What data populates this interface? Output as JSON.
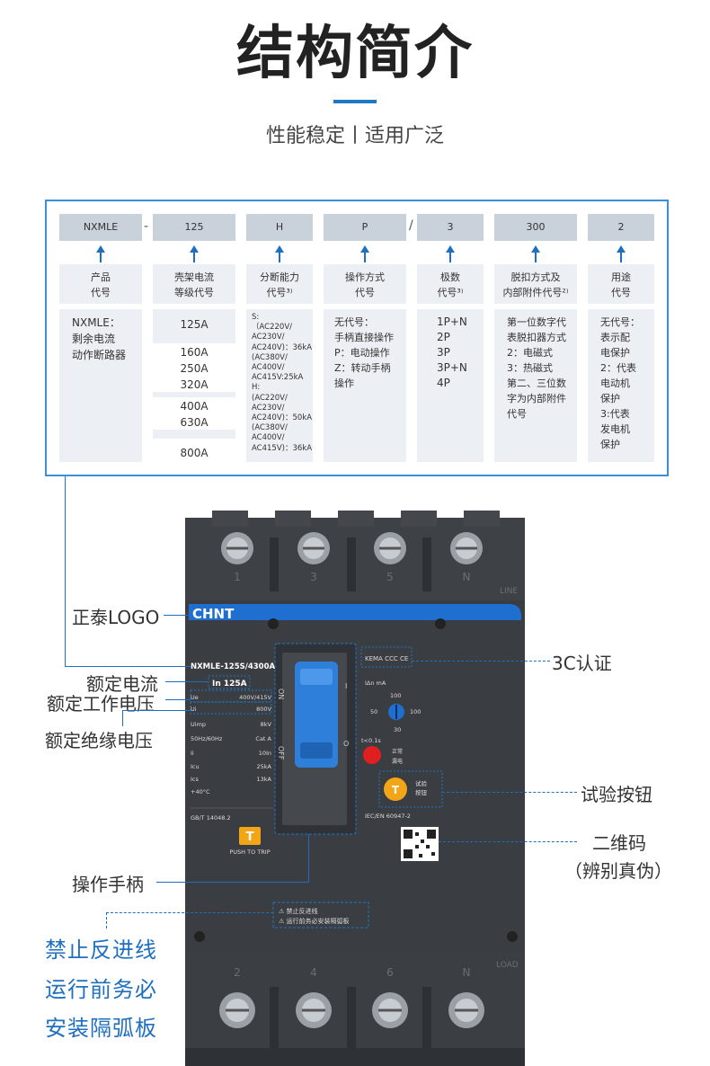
{
  "header": {
    "title": "结构简介",
    "subtitle": "性能稳定丨适用广泛"
  },
  "code": {
    "columns": [
      {
        "code": "NXMLE",
        "label": "产品\n代号",
        "desc": [
          "NXMLE：",
          "剩余电流",
          "动作断路器"
        ]
      },
      {
        "code": "125",
        "label": "壳架电流\n等级代号",
        "amps": [
          "125A",
          "160A",
          "250A",
          "320A",
          "400A",
          "630A",
          "800A"
        ]
      },
      {
        "code": "H",
        "label": "分断能力\n代号³⁾",
        "desc": [
          "S:",
          "（AC220V/",
          "AC230V/",
          "AC240V)：36kA",
          "(AC380V/",
          "AC400V/",
          "AC415V:25kA",
          "H:",
          "(AC220V/",
          "AC230V/",
          "AC240V)：50kA",
          "(AC380V/",
          "AC400V/",
          "AC415V)：36kA"
        ]
      },
      {
        "code": "P",
        "label": "操作方式\n代号",
        "desc": [
          "无代号：",
          "手柄直接操作",
          "P：电动操作",
          "Z：转动手柄",
          "操作"
        ]
      },
      {
        "code": "3",
        "label": "极数\n代号³⁾",
        "desc": [
          "1P+N",
          "2P",
          "3P",
          "3P+N",
          "4P"
        ]
      },
      {
        "code": "300",
        "label": "脱扣方式及\n内部附件代号²⁾",
        "desc": [
          "第一位数字代",
          "表脱扣器方式",
          "2：电磁式",
          "3：热磁式",
          "第二、三位数",
          "字为内部附件",
          "代号"
        ]
      },
      {
        "code": "2",
        "label": "用途\n代号",
        "desc": [
          "无代号：",
          "表示配",
          "电保护",
          "2：代表",
          "电动机",
          "保护",
          "3:代表",
          "发电机",
          "保护"
        ]
      }
    ],
    "separators": [
      "-",
      "/"
    ]
  },
  "labels": {
    "logo": "正泰LOGO",
    "rated_current": "额定电流",
    "rated_voltage": "额定工作电压",
    "insulation_voltage": "额定绝缘电压",
    "handle": "操作手柄",
    "cert": "3C认证",
    "test_button": "试验按钮",
    "qr": "二维码",
    "qr_note": "（辨别真伪）",
    "warning": [
      "禁止反进线",
      "运行前务必",
      "安装隔弧板"
    ]
  },
  "device": {
    "brand": "CHNT",
    "model": "NXMLE-125S/4300A",
    "in_rating": "In 125A",
    "specs": [
      {
        "k": "Ue",
        "v": "400V/415V"
      },
      {
        "k": "Ui",
        "v": "800V"
      },
      {
        "k": "Uimp",
        "v": "8kV"
      },
      {
        "k": "50Hz/60Hz",
        "v": "Cat A"
      },
      {
        "k": "Ii",
        "v": "10In"
      },
      {
        "k": "Icu",
        "v": "25kA"
      },
      {
        "k": "Ics",
        "v": "13kA"
      },
      {
        "k": "+40°C",
        "v": ""
      }
    ],
    "standard_left": "GB/T 14048.2",
    "standard_right": "IEC/EN 60947-2",
    "push_to_trip": "PUSH TO TRIP",
    "on": "ON",
    "off": "OFF",
    "idn": "IΔn  mA",
    "dial": [
      "100",
      "50",
      "100",
      "30"
    ],
    "time": "t<0.1s",
    "normal": "正常",
    "leak": "漏电",
    "test_label": "试验\n按钮",
    "warn1": "⚠ 禁止反进线",
    "warn2": "⚠ 运行前务必安装隔弧板",
    "top_terminals": [
      "1",
      "3",
      "5",
      "N"
    ],
    "bottom_terminals": [
      "2",
      "4",
      "6",
      "N"
    ],
    "line": "LINE",
    "load": "LOAD",
    "cert_marks": "KEMA CCC CE"
  },
  "colors": {
    "accent": "#1e78c8",
    "body": "#3d4045",
    "handle": "#2e7fd9",
    "test": "#f2a516",
    "red": "#e02020"
  }
}
